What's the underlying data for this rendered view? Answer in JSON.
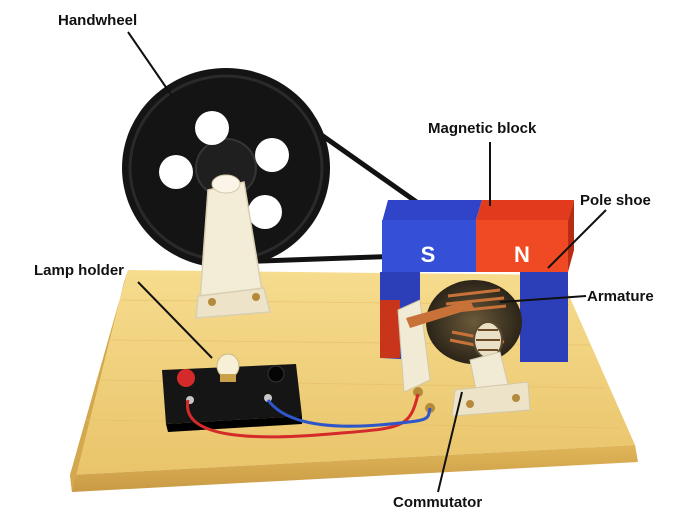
{
  "labels": {
    "handwheel": "Handwheel",
    "magnetic_block": "Magnetic block",
    "pole_shoe": "Pole shoe",
    "lamp_holder": "Lamp holder",
    "armature": "Armature",
    "commutator": "Commutator"
  },
  "magnet": {
    "south": "S",
    "north": "N"
  },
  "colors": {
    "wood": "#f1d27a",
    "wheel": "#141414",
    "magnet_blue": "#2f44c9",
    "magnet_red": "#e23a1c",
    "plastic": "#f3ecd6",
    "copper": "#c8723a",
    "wire_red": "#d42a2a",
    "wire_blue": "#2f56c9"
  }
}
